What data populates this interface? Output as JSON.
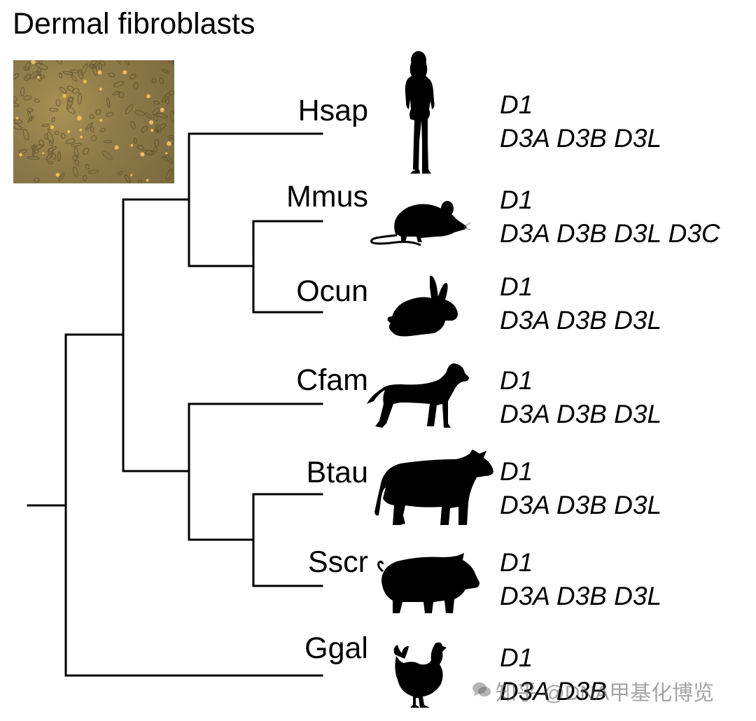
{
  "title": "Dermal fibroblasts",
  "watermark": "知乎 @DNA甲基化博览",
  "species": [
    {
      "code": "Hsap",
      "silhouette": "human-silhouette",
      "genes": [
        "D1",
        "D3A D3B D3L"
      ]
    },
    {
      "code": "Mmus",
      "silhouette": "mouse-silhouette",
      "genes": [
        "D1",
        "D3A D3B D3L D3C"
      ]
    },
    {
      "code": "Ocun",
      "silhouette": "rabbit-silhouette",
      "genes": [
        "D1",
        "D3A D3B D3L"
      ]
    },
    {
      "code": "Cfam",
      "silhouette": "dog-silhouette",
      "genes": [
        "D1",
        "D3A D3B D3L"
      ]
    },
    {
      "code": "Btau",
      "silhouette": "cow-silhouette",
      "genes": [
        "D1",
        "D3A D3B D3L"
      ]
    },
    {
      "code": "Sscr",
      "silhouette": "pig-silhouette",
      "genes": [
        "D1",
        "D3A D3B D3L"
      ]
    },
    {
      "code": "Ggal",
      "silhouette": "chicken-silhouette",
      "genes": [
        "D1",
        "D3A D3B"
      ]
    }
  ],
  "colors": {
    "tree": "#000000",
    "silhouette": "#000000",
    "micrograph": "#8d7a48"
  }
}
